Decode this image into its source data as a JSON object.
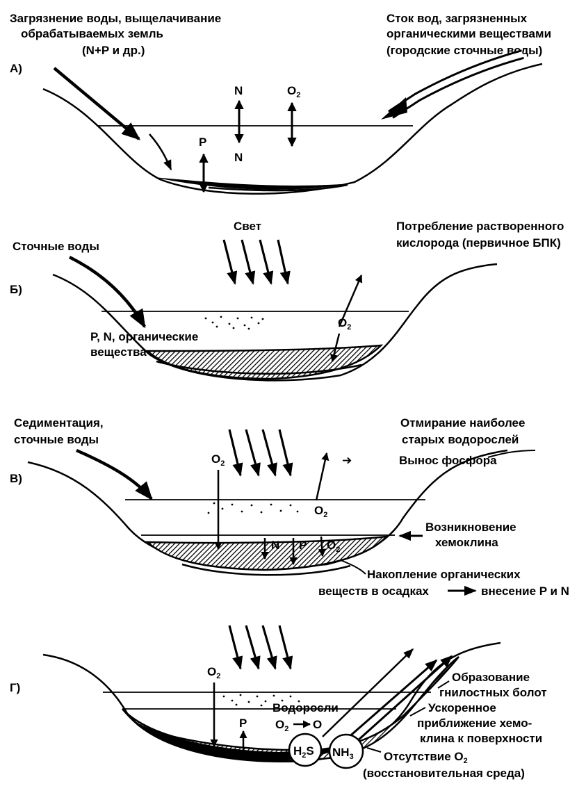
{
  "panelA": {
    "letter": "А)",
    "left_caption": [
      "Загрязнение воды, выщелачивание",
      "обрабатываемых земль",
      "(N+P и др.)"
    ],
    "right_caption": [
      "Сток вод, загрязненных",
      "органическими веществами",
      "(городские сточные воды)"
    ],
    "n_top": "N",
    "n_bottom": "N",
    "o2_main": "O",
    "o2_sub": "2",
    "p_label": "P"
  },
  "panelB": {
    "letter": "Б)",
    "left_caption": "Сточные воды",
    "light": "Свет",
    "right_caption": [
      "Потребление растворенного",
      "кислорода (первичное БПК)"
    ],
    "pn_label": [
      "P, N, органические",
      "вещества"
    ],
    "o2_main": "O",
    "o2_sub": "2"
  },
  "panelC": {
    "letter": "В)",
    "left_caption": [
      "Седиментация,",
      "сточные воды"
    ],
    "right_caption": [
      "Отмирание наиболее",
      "старых водорослей"
    ],
    "arrow_symbol": "➔",
    "phosphorus_out": "Вынос фосфора",
    "o2_main": "O",
    "o2_sub": "2",
    "chemocline": [
      "Возникновение",
      "хемоклина"
    ],
    "n_label": "N",
    "p_label": "P",
    "accumulation_line1": "Накопление органических",
    "accumulation_line2": "веществ в осадках",
    "accumulation_result": "внесение P и N"
  },
  "panelD": {
    "letter": "Г)",
    "o2_main": "O",
    "o2_sub": "2",
    "algae": "Водоросли",
    "o2_to_o_left": "O",
    "o2_to_o_right": "O",
    "p_label": "P",
    "h2s_main": "H",
    "h2s_sub": "2",
    "h2s_tail": "S",
    "nh3_main": "NH",
    "nh3_sub": "3",
    "swamps": [
      "Образование",
      "гнилостных болот"
    ],
    "chemocline_rise": [
      "Ускоренное",
      "приближение хемо-",
      "клина к поверхности"
    ],
    "no_o2_main": "Отсутствие O",
    "no_o2_sub": "2",
    "no_o2_line2": "(восстановительная среда)"
  }
}
